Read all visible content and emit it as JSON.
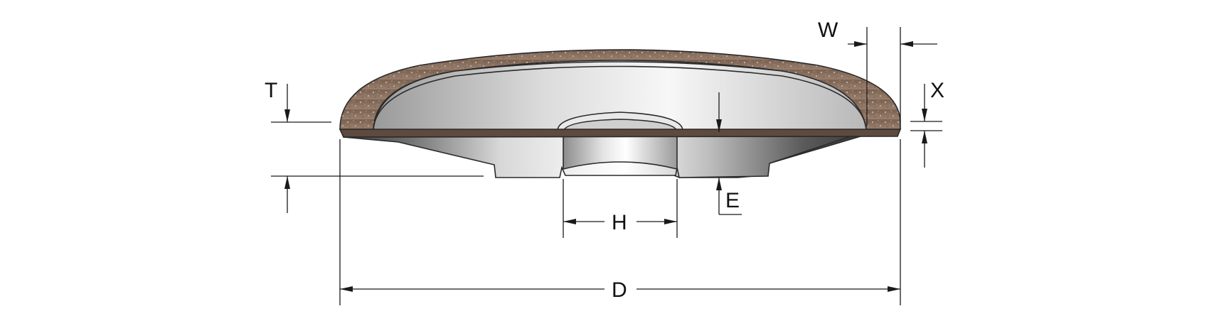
{
  "labels": {
    "T": "T",
    "W": "W",
    "X": "X",
    "E": "E",
    "H": "H",
    "D": "D"
  },
  "colors": {
    "abrasive_rim": "#8a6f5e",
    "steel_light": "#eeeeee",
    "steel_dark": "#6a6a6a",
    "line": "#1a1a1a"
  }
}
